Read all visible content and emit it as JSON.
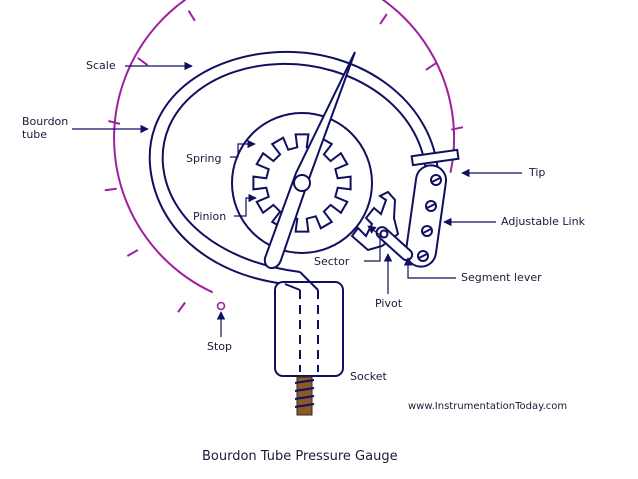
{
  "labels": {
    "scale": "Scale",
    "bourdon_line1": "Bourdon",
    "bourdon_line2": "tube",
    "spring": "Spring",
    "pinion": "Pinion",
    "sector": "Sector",
    "pivot": "Pivot",
    "tip": "Tip",
    "adjustable_link": "Adjustable Link",
    "segment_lever": "Segment lever",
    "stop": "Stop",
    "socket": "Socket"
  },
  "credit": "www.InstrumentationToday.com",
  "caption": "Bourdon Tube Pressure Gauge",
  "colors": {
    "outline": "#101060",
    "scale": "#a01fa0",
    "thread": "#8b5a2b",
    "text": "#1a1a3a"
  }
}
